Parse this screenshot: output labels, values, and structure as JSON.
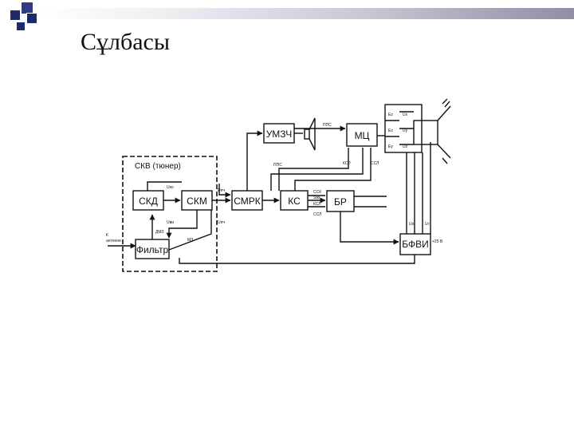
{
  "slide": {
    "title": "Сұлбасы",
    "accent_color": "#1f2a6b"
  },
  "diagram": {
    "group_label": "СКВ (тюнер)",
    "blocks": {
      "skd": "СКД",
      "skm": "СКМ",
      "filter": "Фильтр",
      "smrk": "СМРК",
      "ks": "КС",
      "br": "БР",
      "umzch": "УМЗЧ",
      "mc": "МЦ",
      "bfvi": "БФВИ"
    },
    "signals": {
      "ppc_top": "ППС",
      "ppc_mid": "ППС",
      "ksr": "КСР",
      "ssl_top": "ССЛ",
      "ssk": "ССК",
      "sbh": "Sвх",
      "ksl": "КСЛ",
      "ssl_low": "ССЛ",
      "uvch": "Uпч",
      "uko": "Uко",
      "uvi": "Uви",
      "upch_low": "Uпч",
      "dmz": "ДМЗ",
      "mz": "МЗ",
      "k_antenne": "К",
      "antenne": "антенне",
      "uo": "Uо",
      "ur": "Uг",
      "ez": "Ez",
      "ex": "Ex",
      "ey": "Ey",
      "ux": "Ux",
      "uy": "Uy",
      "uz": "Uz",
      "plus25": "+25 В"
    }
  }
}
